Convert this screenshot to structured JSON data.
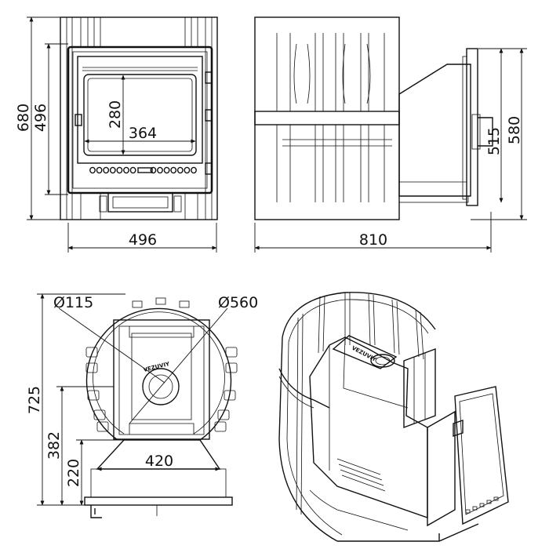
{
  "front_view": {
    "dim_overall_height": "680",
    "dim_body_height": "496",
    "dim_glass_height": "280",
    "dim_glass_width": "364",
    "dim_width": "496"
  },
  "side_view": {
    "dim_depth": "810",
    "dim_height_a": "515",
    "dim_height_b": "580"
  },
  "top_view": {
    "dim_flue_diameter": "Ø115",
    "dim_body_diameter": "Ø560",
    "dim_total_depth": "725",
    "dim_center_depth": "382",
    "dim_tunnel_depth": "220",
    "dim_tunnel_width": "420",
    "brand_mark": "VEZUVIY"
  },
  "iso_view": {
    "brand_mark": "VEZUVIY"
  }
}
